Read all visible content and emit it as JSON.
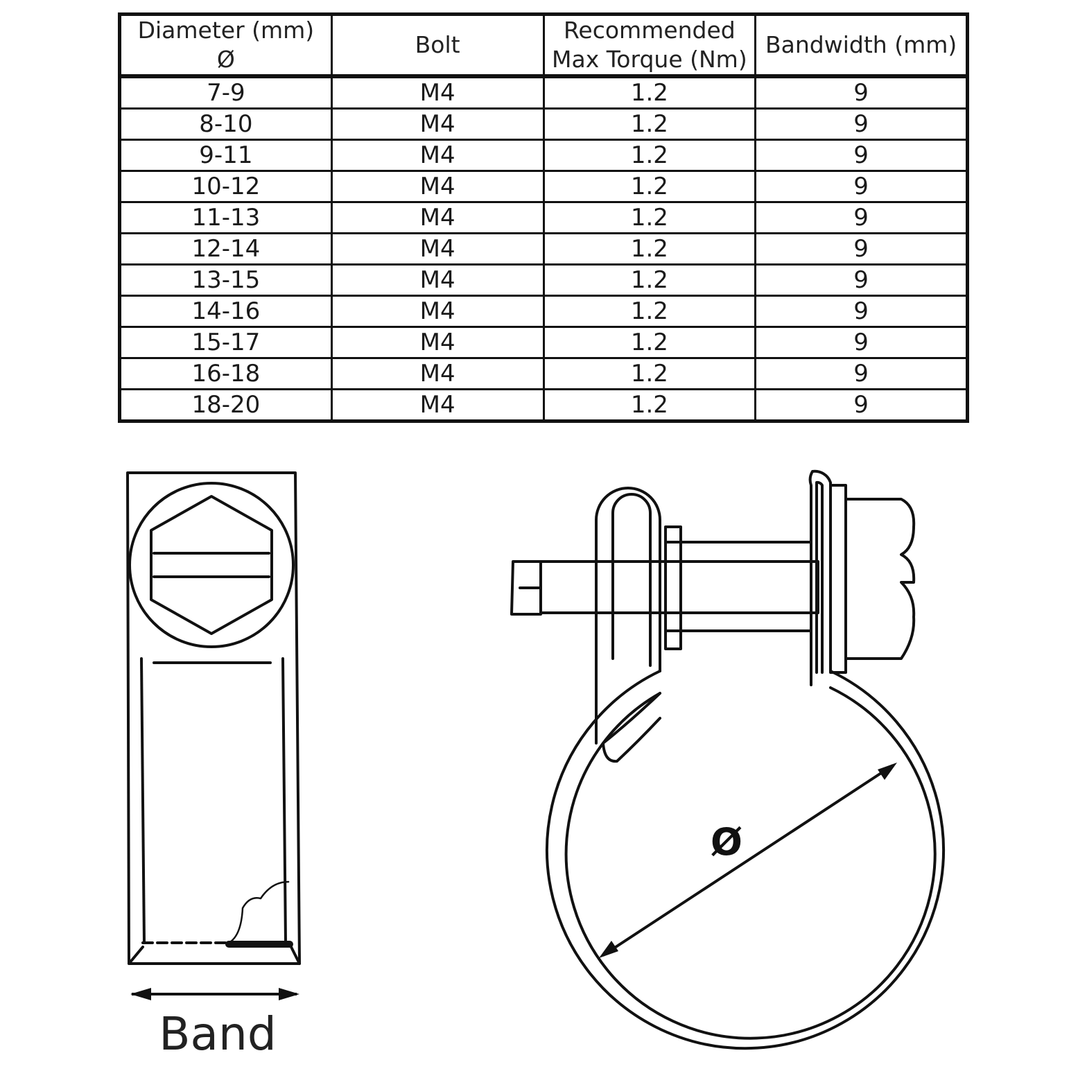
{
  "table": {
    "headers": [
      {
        "line1": "Diameter (mm)",
        "line2": "Ø"
      },
      {
        "line1": "Bolt",
        "line2": ""
      },
      {
        "line1": "Recommended",
        "line2": "Max Torque (Nm)"
      },
      {
        "line1": "Bandwidth (mm)",
        "line2": ""
      }
    ],
    "rows": [
      [
        "7-9",
        "M4",
        "1.2",
        "9"
      ],
      [
        "8-10",
        "M4",
        "1.2",
        "9"
      ],
      [
        "9-11",
        "M4",
        "1.2",
        "9"
      ],
      [
        "10-12",
        "M4",
        "1.2",
        "9"
      ],
      [
        "11-13",
        "M4",
        "1.2",
        "9"
      ],
      [
        "12-14",
        "M4",
        "1.2",
        "9"
      ],
      [
        "13-15",
        "M4",
        "1.2",
        "9"
      ],
      [
        "14-16",
        "M4",
        "1.2",
        "9"
      ],
      [
        "15-17",
        "M4",
        "1.2",
        "9"
      ],
      [
        "16-18",
        "M4",
        "1.2",
        "9"
      ],
      [
        "18-20",
        "M4",
        "1.2",
        "9"
      ]
    ]
  },
  "drawing": {
    "band_label": "Band",
    "diameter_symbol": "Ø"
  },
  "colors": {
    "ink": "#111111",
    "background": "#ffffff"
  }
}
